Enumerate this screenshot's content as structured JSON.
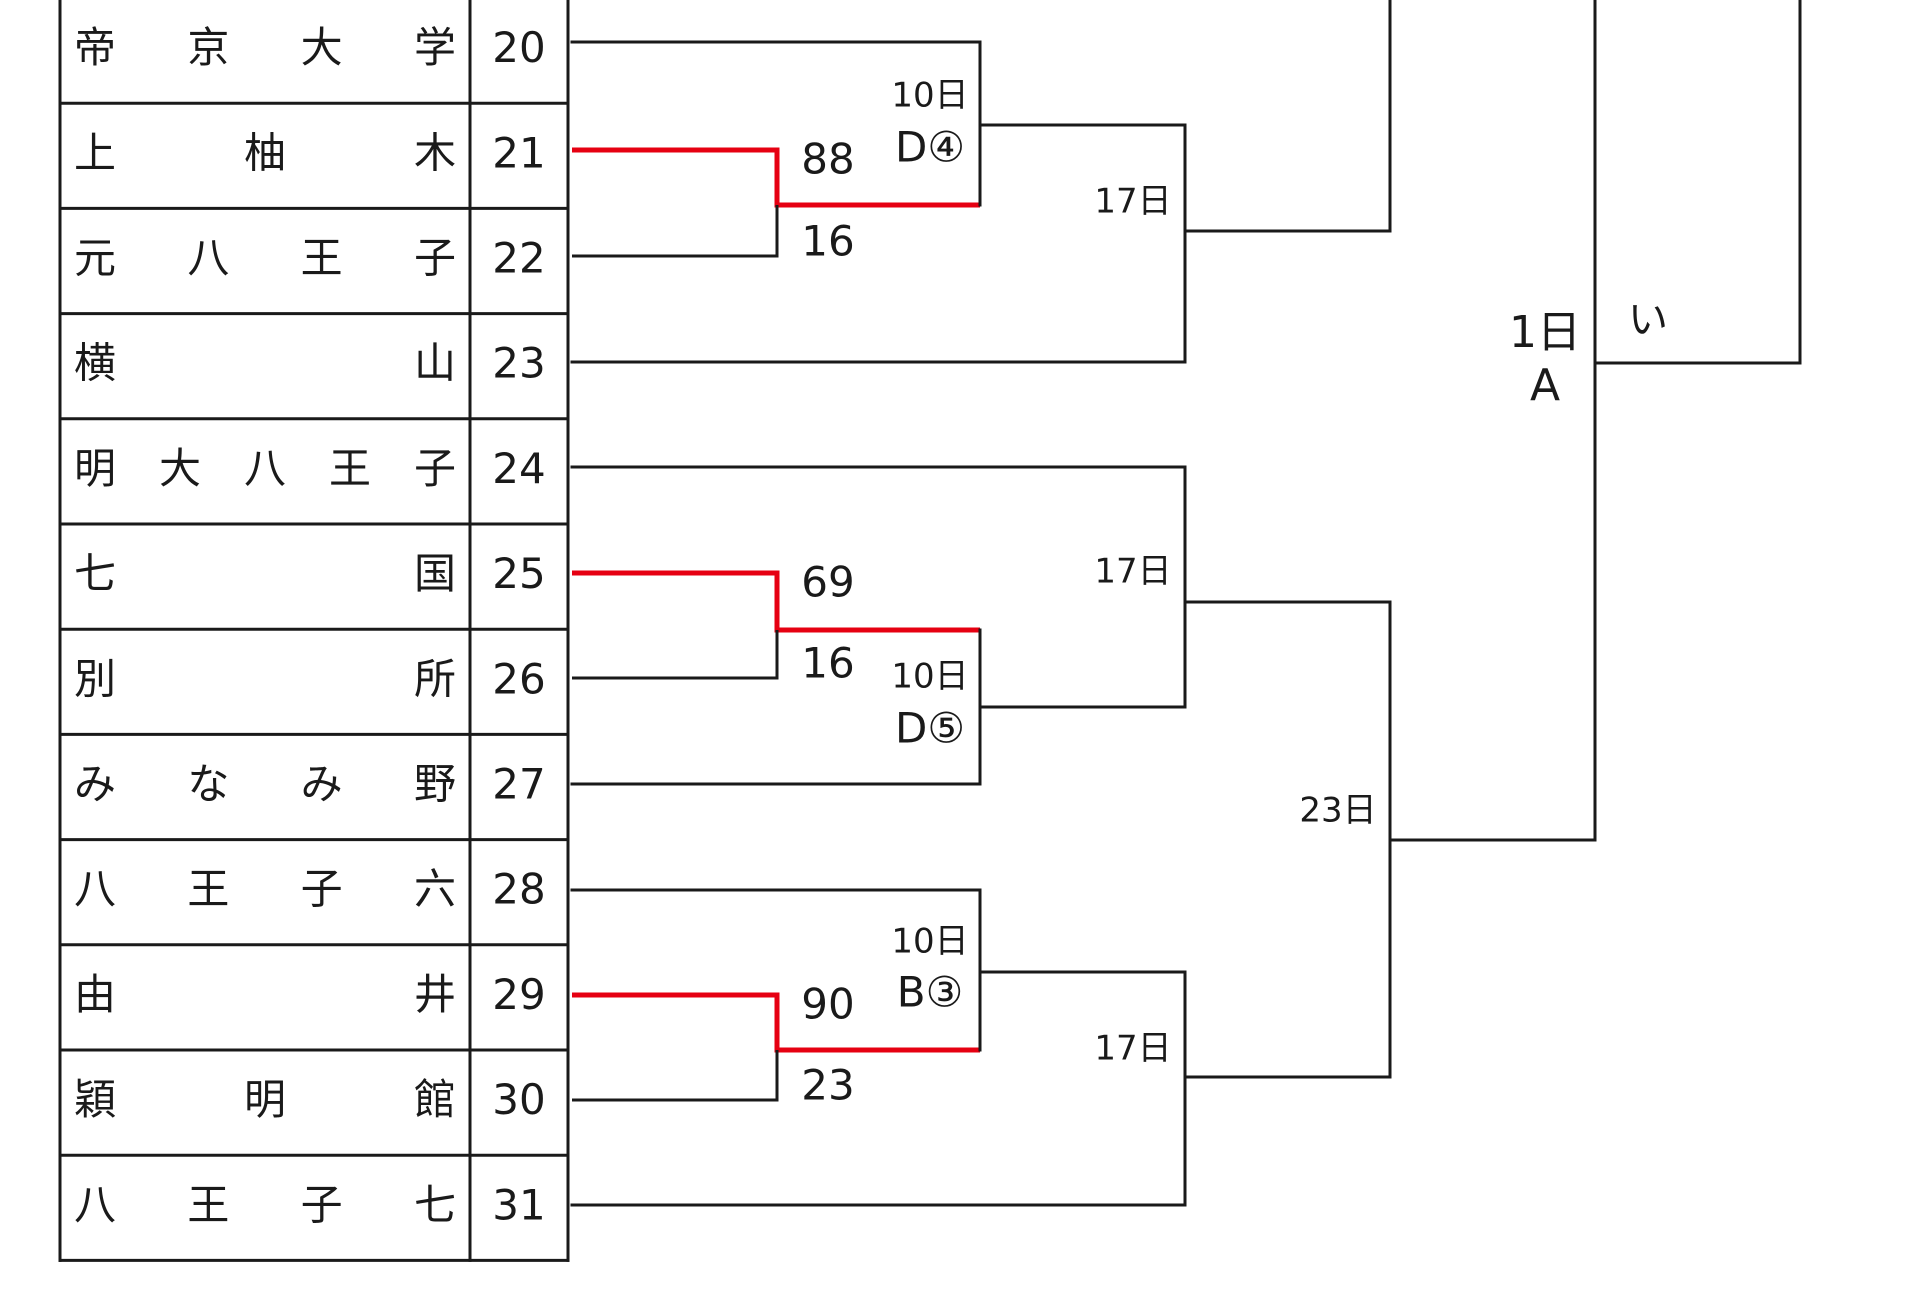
{
  "teams": [
    {
      "seed": "20",
      "name": "帝京大学",
      "name_chars": [
        "帝",
        "京",
        "大",
        "学"
      ]
    },
    {
      "seed": "21",
      "name": "上柚木",
      "name_chars": [
        "上",
        "柚",
        "木"
      ]
    },
    {
      "seed": "22",
      "name": "元八王子",
      "name_chars": [
        "元",
        "八",
        "王",
        "子"
      ]
    },
    {
      "seed": "23",
      "name": "横山",
      "name_chars": [
        "横",
        "山"
      ]
    },
    {
      "seed": "24",
      "name": "明大八王子",
      "name_chars": [
        "明",
        "大",
        "八",
        "王",
        "子"
      ]
    },
    {
      "seed": "25",
      "name": "七国",
      "name_chars": [
        "七",
        "国"
      ]
    },
    {
      "seed": "26",
      "name": "別所",
      "name_chars": [
        "別",
        "所"
      ]
    },
    {
      "seed": "27",
      "name": "みなみ野",
      "name_chars": [
        "み",
        "な",
        "み",
        "野"
      ]
    },
    {
      "seed": "28",
      "name": "八王子六",
      "name_chars": [
        "八",
        "王",
        "子",
        "六"
      ]
    },
    {
      "seed": "29",
      "name": "由井",
      "name_chars": [
        "由",
        "井"
      ]
    },
    {
      "seed": "30",
      "name": "穎明館",
      "name_chars": [
        "穎",
        "明",
        "館"
      ]
    },
    {
      "seed": "31",
      "name": "八王子七",
      "name_chars": [
        "八",
        "王",
        "子",
        "七"
      ]
    }
  ],
  "first_round": [
    {
      "top_score": "88",
      "bottom_score": "16",
      "date": "10日",
      "code": "D④",
      "winner": "top"
    },
    {
      "top_score": "69",
      "bottom_score": "16",
      "date": "10日",
      "code": "D⑤",
      "winner": "top"
    },
    {
      "top_score": "90",
      "bottom_score": "23",
      "date": "10日",
      "code": "B③",
      "winner": "top"
    }
  ],
  "round_dates": {
    "second_round": [
      "17日",
      "17日",
      "17日"
    ],
    "quarter": "23日",
    "semi_day": "1日",
    "semi_code": "A",
    "semi_mark": "い"
  },
  "colors": {
    "line": "#1a1a1a",
    "winner_line": "#e60012",
    "background": "#ffffff"
  }
}
